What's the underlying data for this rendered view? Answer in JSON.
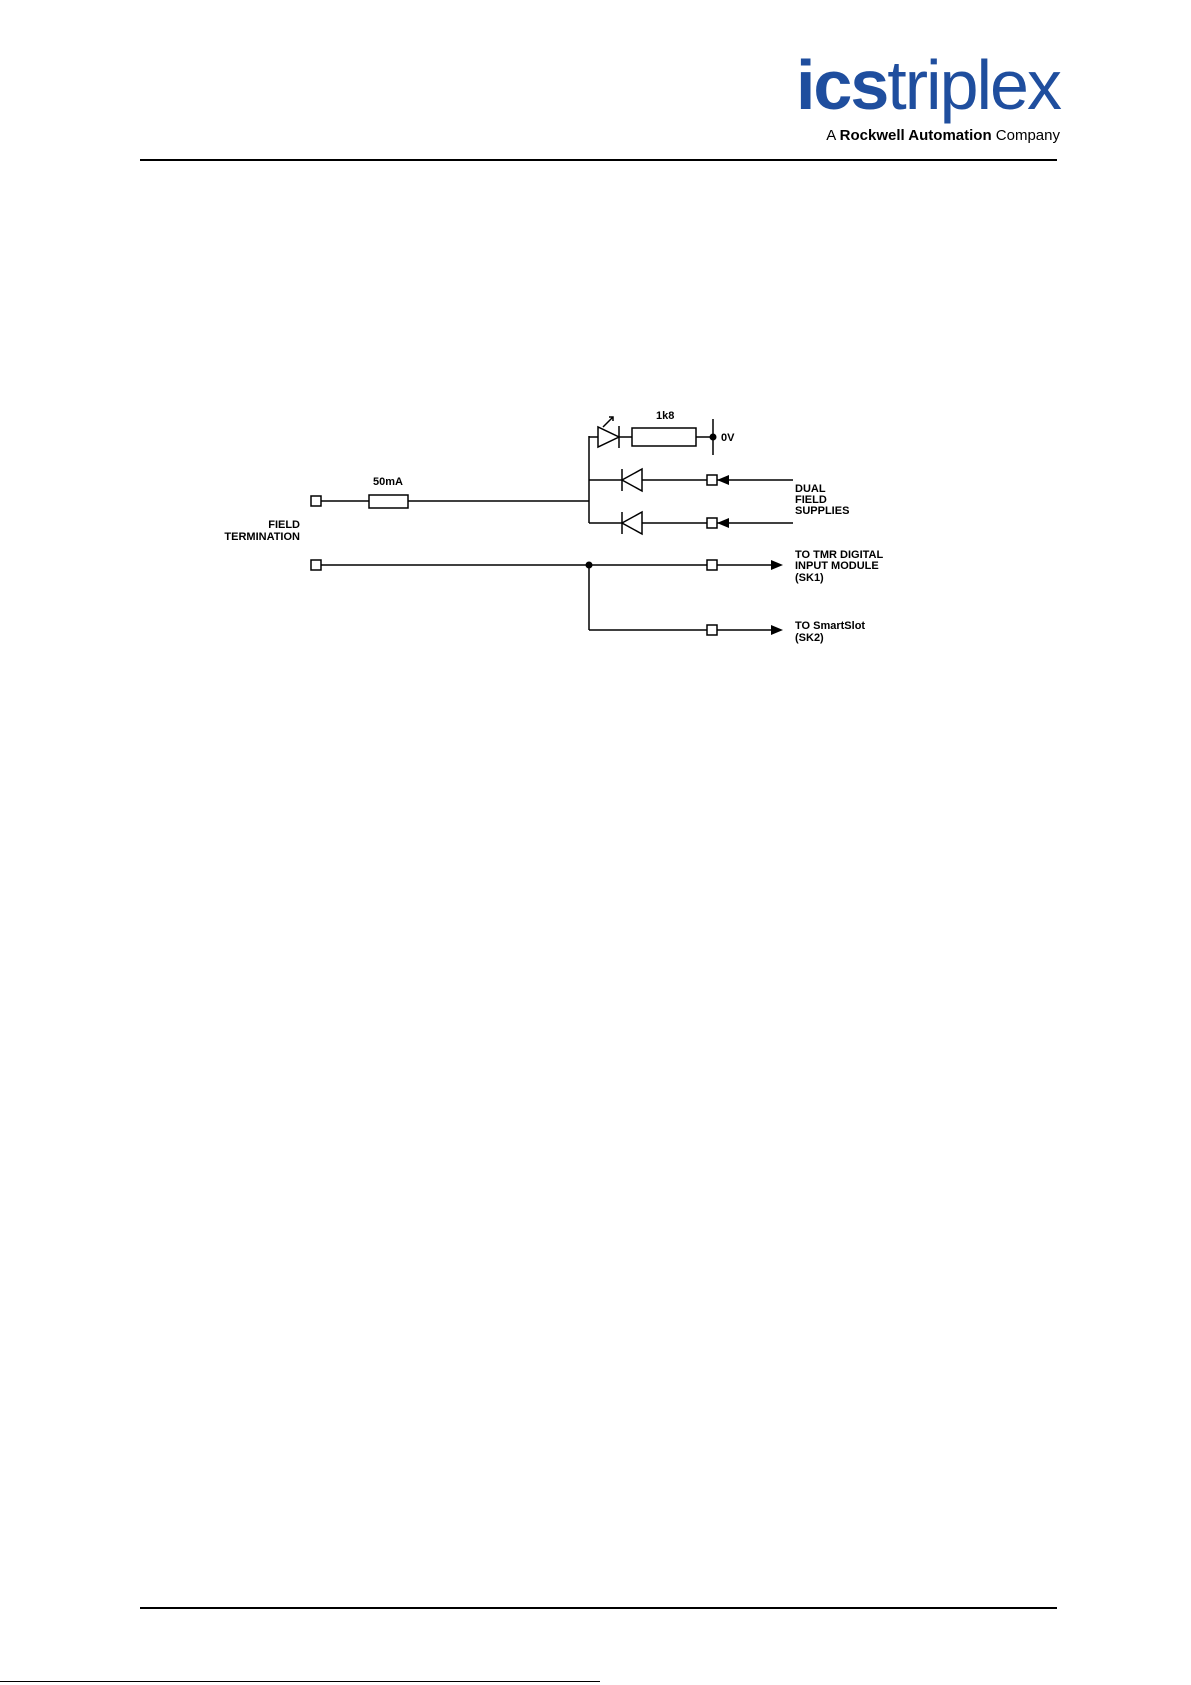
{
  "header": {
    "logo_main_bold": "ics",
    "logo_main_light": "triplex",
    "logo_sub_pre": "A",
    "logo_sub_bold": "Rockwell Automation",
    "logo_sub_post": "Company",
    "brand_color": "#1f4e9e"
  },
  "diagram": {
    "fuse_label": "50mA",
    "resistor_label": "1k8",
    "ground_label": "0V",
    "field_termination": [
      "FIELD",
      "TERMINATION"
    ],
    "dual_field_supplies": [
      "DUAL",
      "FIELD",
      "SUPPLIES"
    ],
    "tmr_output": [
      "TO TMR DIGITAL",
      "INPUT MODULE",
      "(SK1)"
    ],
    "smartslot_output": [
      "TO SmartSlot",
      "(SK2)"
    ]
  }
}
